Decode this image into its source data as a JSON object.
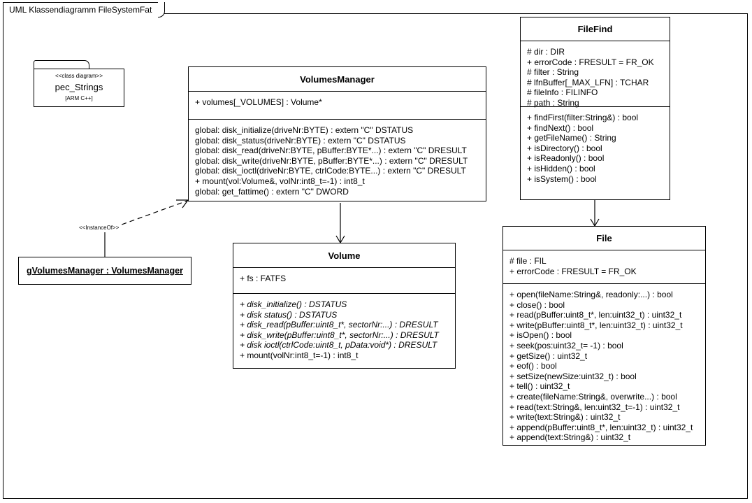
{
  "window": {
    "title": "UML Klassendiagramm FileSystemFat"
  },
  "package_note": {
    "stereotype": "<<class diagram>>",
    "name": "pec_Strings",
    "language": "[ARM C++]"
  },
  "classes": {
    "volumes_manager": {
      "name": "VolumesManager",
      "attributes": [
        "+ volumes[_VOLUMES] : Volume*"
      ],
      "operations": [
        "global: disk_initialize(driveNr:BYTE) : extern \"C\" DSTATUS",
        "global: disk_status(driveNr:BYTE) : extern \"C\" DSTATUS",
        "global: disk_read(driveNr:BYTE, pBuffer:BYTE*...) : extern \"C\" DRESULT",
        "global: disk_write(driveNr:BYTE, pBuffer:BYTE*...) : extern \"C\" DRESULT",
        "global: disk_ioctl(driveNr:BYTE, ctrlCode:BYTE...) : extern \"C\" DRESULT",
        "+ mount(vol:Volume&, volNr:int8_t=-1) : int8_t",
        "global: get_fattime() : extern \"C\" DWORD"
      ]
    },
    "volume": {
      "name": "Volume",
      "attributes": [
        "+ fs : FATFS"
      ],
      "operations": [
        "+ disk_initialize() : DSTATUS",
        "+ disk status() : DSTATUS",
        "+ disk_read(pBuffer:uint8_t*, sectorNr:...) : DRESULT",
        "+ disk_write(pBuffer:uint8_t*, sectorNr:...) : DRESULT",
        "+ disk ioctl(ctrlCode:uint8_t, pData:void*) : DRESULT",
        "+ mount(volNr:int8_t=-1) : int8_t"
      ],
      "operations_italic": [
        true,
        true,
        true,
        true,
        true,
        false
      ]
    },
    "file_find": {
      "name": "FileFind",
      "attributes": [
        "# dir : DIR",
        "+ errorCode : FRESULT = FR_OK",
        "# filter : String",
        "# lfnBuffer[_MAX_LFN] : TCHAR",
        "# fileInfo : FILINFO",
        "# path : String"
      ],
      "operations": [
        "+ findFirst(filter:String&) : bool",
        "+ findNext() : bool",
        "+ getFileName() : String",
        "+ isDirectory() : bool",
        "+ isReadonly() : bool",
        "+ isHidden() : bool",
        "+ isSystem() : bool"
      ]
    },
    "file": {
      "name": "File",
      "attributes": [
        "# file : FIL",
        "+ errorCode : FRESULT = FR_OK"
      ],
      "operations": [
        "+ open(fileName:String&, readonly:...) : bool",
        "+ close() : bool",
        "+ read(pBuffer:uint8_t*, len:uint32_t) : uint32_t",
        "+ write(pBuffer:uint8_t*, len:uint32_t) : uint32_t",
        "+ isOpen() : bool",
        "+ seek(pos:uint32_t= -1) : bool",
        "+ getSize() : uint32_t",
        "+ eof() : bool",
        "+ setSize(newSize:uint32_t) : bool",
        "+ tell() : uint32_t",
        "+ create(fileName:String&, overwrite...) : bool",
        "+ read(text:String&, len:uint32_t=-1) : uint32_t",
        "+ write(text:String&) : uint32_t",
        "+ append(pBuffer:uint8_t*, len:uint32_t) : uint32_t",
        "+ append(text:String&) : uint32_t"
      ]
    }
  },
  "instance": {
    "label": "gVolumesManager : VolumesManager"
  },
  "connectors": {
    "instance_of_stereotype": "<<InstanceOf>>"
  },
  "colors": {
    "line": "#000000",
    "background": "#ffffff",
    "text": "#000000"
  }
}
